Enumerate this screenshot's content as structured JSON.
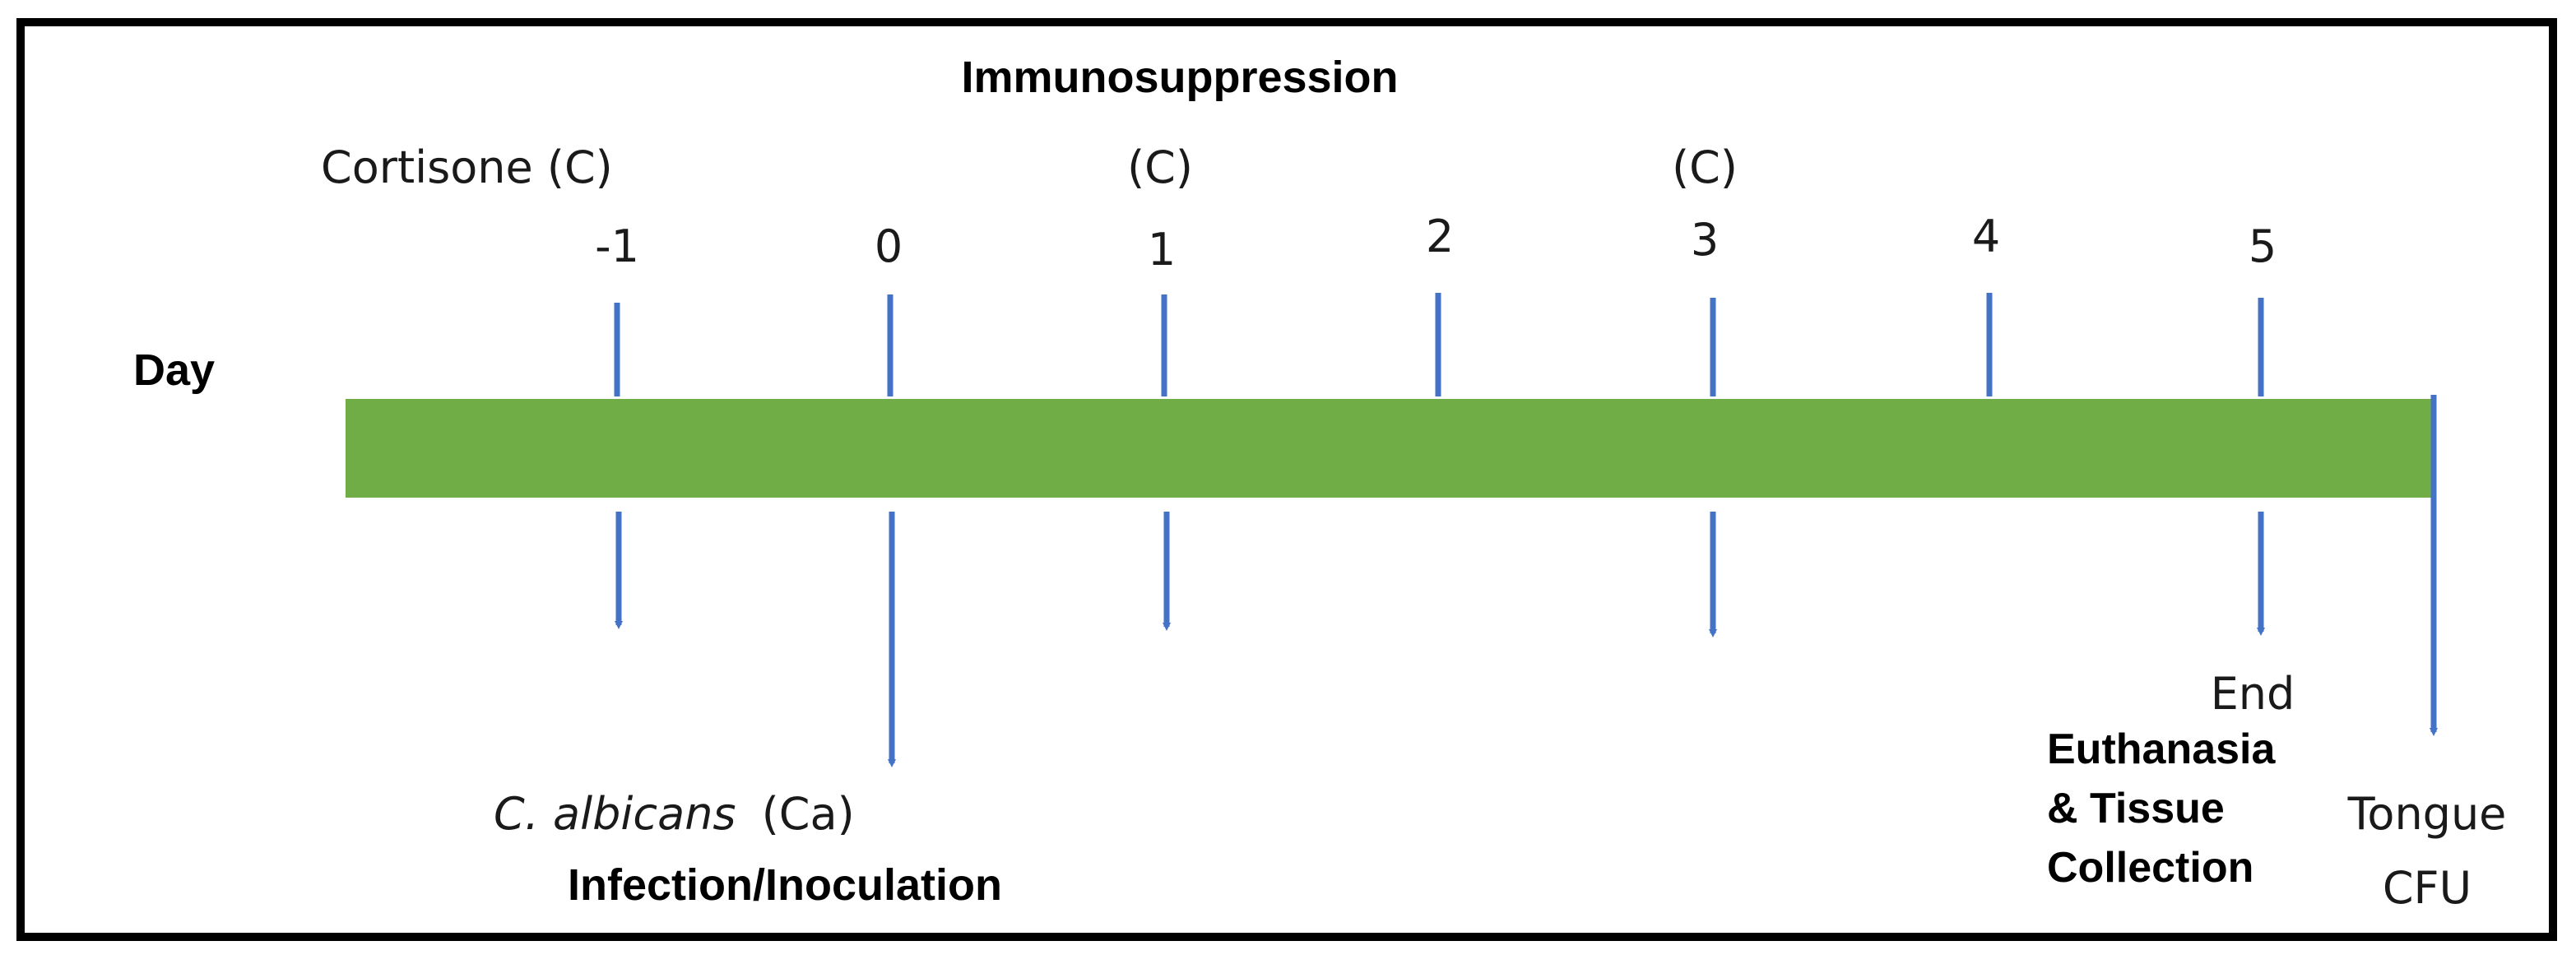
{
  "header": {
    "title": "Immunosuppression",
    "cortisone_label": "Cortisone (C)",
    "dose_marker": "(C)"
  },
  "axis": {
    "label": "Day",
    "ticks": [
      "-1",
      "0",
      "1",
      "2",
      "3",
      "4",
      "5"
    ]
  },
  "events": {
    "infection_species": "C. albicans",
    "infection_species_abbrev": "(Ca)",
    "infection_label": "Infection/Inoculation",
    "end_label": "End",
    "euthanasia_lines": [
      "Euthanasia",
      "& Tissue",
      "Collection"
    ],
    "tongue_lines": [
      "Tongue",
      "CFU"
    ]
  },
  "colors": {
    "timeline_bar": "#70ad47",
    "arrow": "#4472c4",
    "border": "#000000"
  }
}
